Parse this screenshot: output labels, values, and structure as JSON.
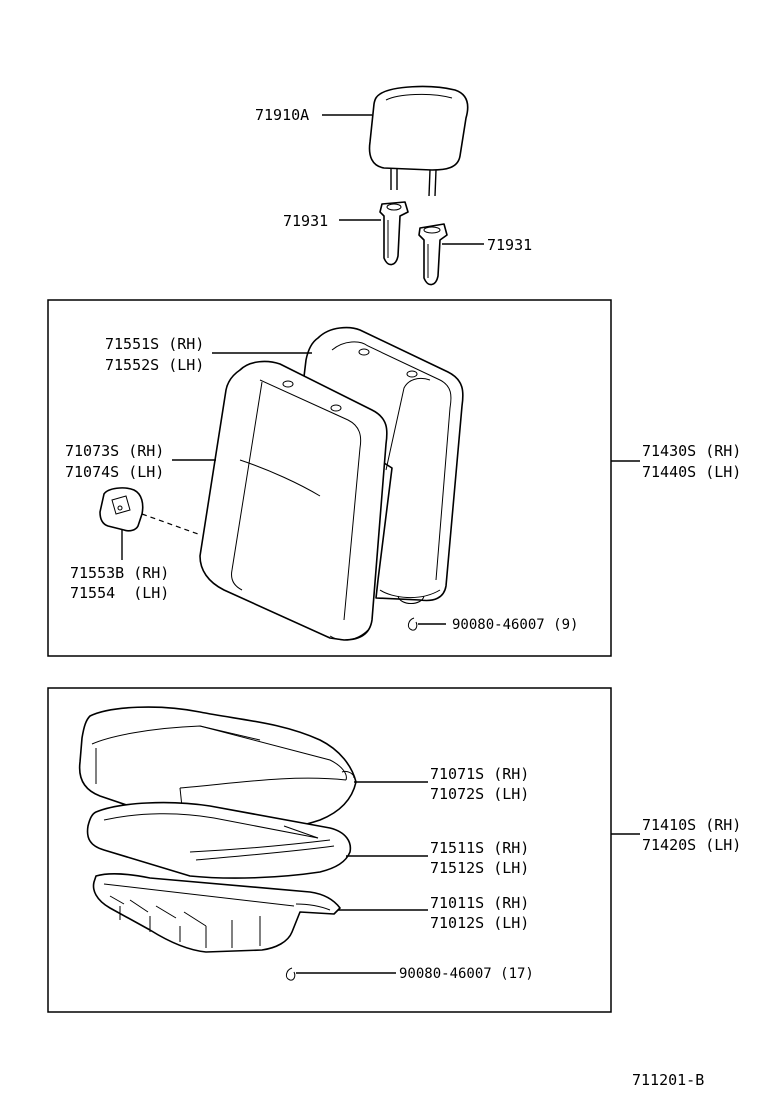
{
  "labels": {
    "headrest": "71910A",
    "guide_left": "71931",
    "guide_right": "71931",
    "back_pad_rh": "71551S (RH)",
    "back_pad_lh": "71552S (LH)",
    "back_cover_rh": "71073S (RH)",
    "back_cover_lh": "71074S (LH)",
    "back_assy_rh": "71430S (RH)",
    "back_assy_lh": "71440S (LH)",
    "knob_rh": "71553B (RH)",
    "knob_lh": "71554  (LH)",
    "back_clip": "90080-46007 (9)",
    "cushion_cover_rh": "71071S (RH)",
    "cushion_cover_lh": "71072S (LH)",
    "cushion_pad_rh": "71511S (RH)",
    "cushion_pad_lh": "71512S (LH)",
    "cushion_frame_rh": "71011S (RH)",
    "cushion_frame_lh": "71012S (LH)",
    "cushion_assy_rh": "71410S (RH)",
    "cushion_assy_lh": "71420S (LH)",
    "cushion_clip": "90080-46007 (17)",
    "figure_id": "711201-B"
  }
}
